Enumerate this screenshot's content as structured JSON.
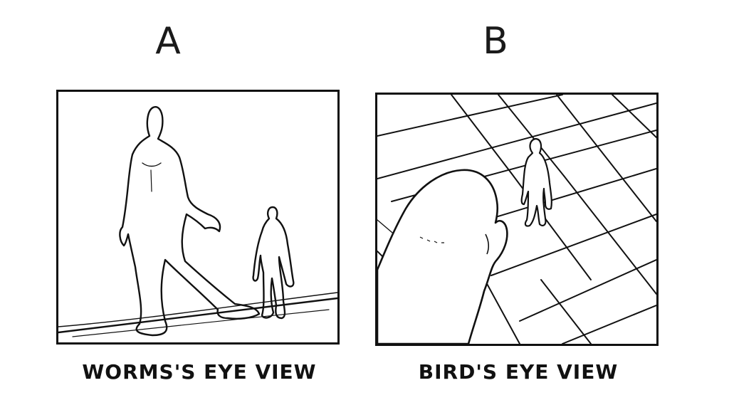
{
  "panels": [
    {
      "letter": "A",
      "caption": "WORMS'S EYE VIEW"
    },
    {
      "letter": "B",
      "caption": "BIRD'S EYE VIEW"
    }
  ],
  "colors": {
    "ink": "#111111",
    "paper": "#ffffff"
  }
}
